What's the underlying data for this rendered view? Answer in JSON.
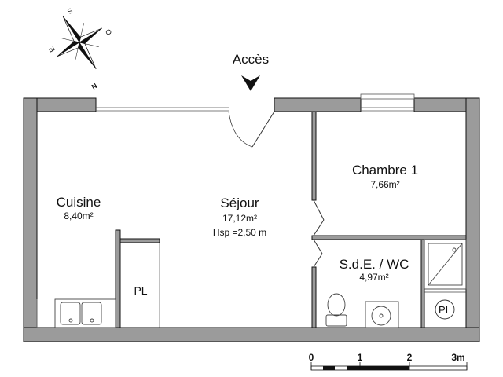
{
  "entrance": {
    "label": "Accès"
  },
  "compass": {
    "north": "N",
    "south": "S",
    "east": "E",
    "west": "O"
  },
  "rooms": {
    "cuisine": {
      "name": "Cuisine",
      "area": "8,40m²"
    },
    "sejour": {
      "name": "Séjour",
      "area": "17,12m²",
      "height": "Hsp =2,50 m"
    },
    "chambre": {
      "name": "Chambre 1",
      "area": "7,66m²"
    },
    "sde": {
      "name": "S.d.E. / WC",
      "area": "4,97m²"
    }
  },
  "closets": {
    "pl1": "PL",
    "pl2": "PL"
  },
  "scale": {
    "ticks": [
      "0",
      "1",
      "2",
      "3m"
    ]
  },
  "colors": {
    "wall": "#9b9b9b",
    "outline": "#111111"
  }
}
